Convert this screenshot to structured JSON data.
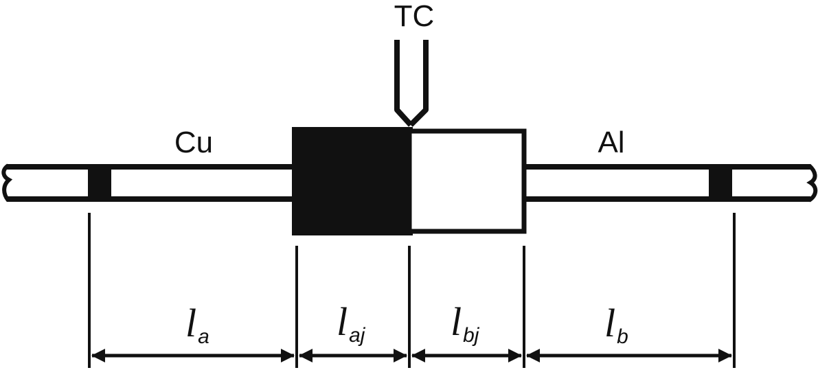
{
  "labels": {
    "thermocouple": "TC",
    "left_rod": "Cu",
    "right_rod": "Al"
  },
  "dimensions": [
    {
      "main": "l",
      "sub": "a"
    },
    {
      "main": "l",
      "sub": "aj"
    },
    {
      "main": "l",
      "sub": "bj"
    },
    {
      "main": "l",
      "sub": "b"
    }
  ],
  "colors": {
    "ink": "#111111",
    "background": "#ffffff"
  }
}
